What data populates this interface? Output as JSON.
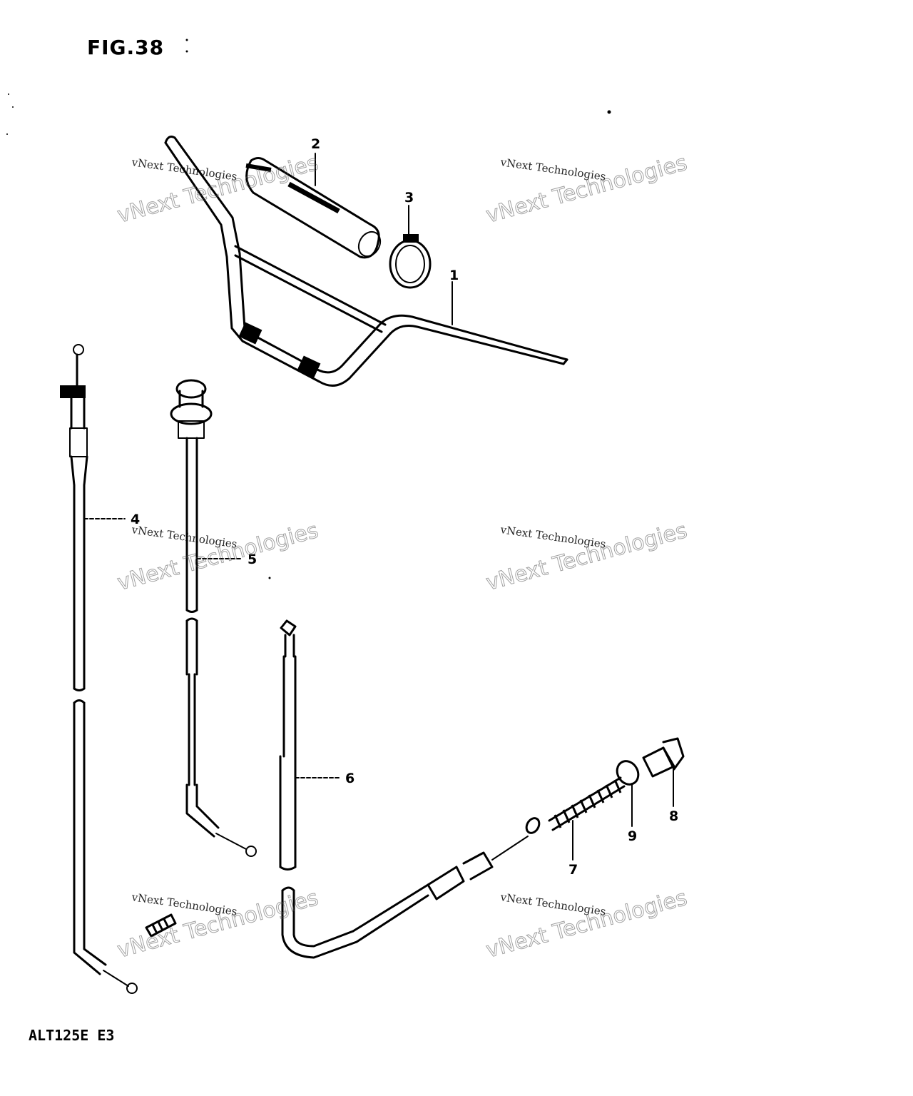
{
  "figure": {
    "title": "FIG.38",
    "model": "ALT125E  E3"
  },
  "watermark": {
    "line1": "vNext Technologies",
    "line2": "vNext Technologies"
  },
  "callouts": [
    {
      "id": "1",
      "label": "1"
    },
    {
      "id": "2",
      "label": "2"
    },
    {
      "id": "3",
      "label": "3"
    },
    {
      "id": "4",
      "label": "4"
    },
    {
      "id": "5",
      "label": "5"
    },
    {
      "id": "6",
      "label": "6"
    },
    {
      "id": "7",
      "label": "7"
    },
    {
      "id": "8",
      "label": "8"
    },
    {
      "id": "9",
      "label": "9"
    }
  ],
  "colors": {
    "ink": "#000000",
    "paper": "#ffffff"
  }
}
